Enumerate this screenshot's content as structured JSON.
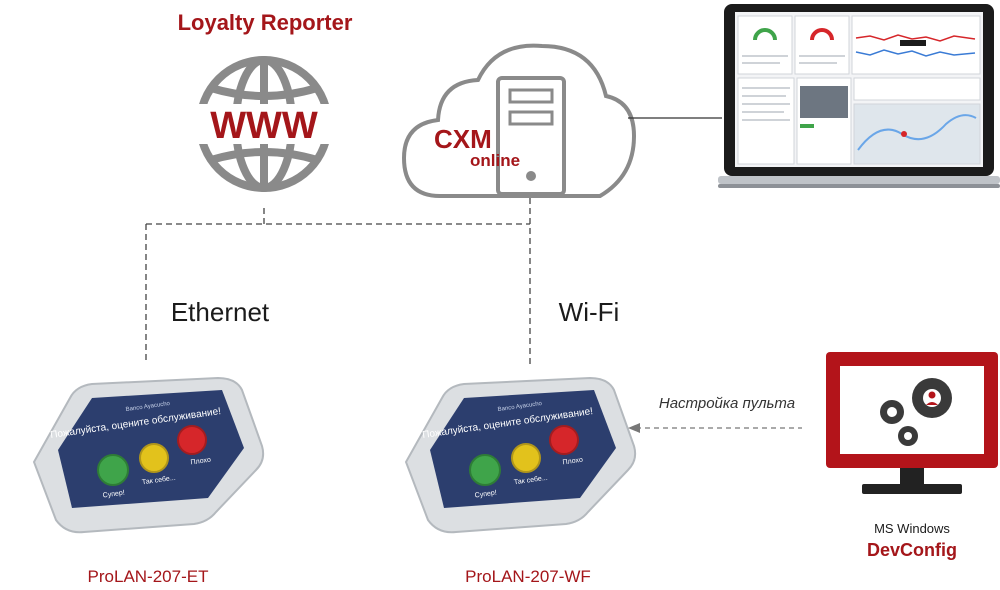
{
  "title": "Loyalty Reporter",
  "www_text": "WWW",
  "cxm": {
    "line1": "CXM",
    "line2": "online"
  },
  "links": {
    "ethernet": "Ethernet",
    "wifi": "Wi-Fi",
    "setup": "Настройка пульта"
  },
  "devices": [
    {
      "model": "ProLAN-207-ET",
      "screen_header": "Banco Ayacucho",
      "prompt": "Пожалуйста, оцените обслуживание!",
      "buttons": [
        "Супер!",
        "Так себе...",
        "Плохо"
      ]
    },
    {
      "model": "ProLAN-207-WF",
      "screen_header": "Banco Ayacucho",
      "prompt": "Пожалуйста, оцените обслуживание!",
      "buttons": [
        "Супер!",
        "Так себе...",
        "Плохо"
      ]
    }
  ],
  "pc": {
    "os": "MS Windows",
    "app": "DevConfig"
  },
  "colors": {
    "accent": "#a4161a",
    "gray": "#8a8a8a",
    "device_screen": "#2c3e6e",
    "btn_green": "#3fa44a",
    "btn_yellow": "#e2c21c",
    "btn_red": "#d6262a"
  }
}
